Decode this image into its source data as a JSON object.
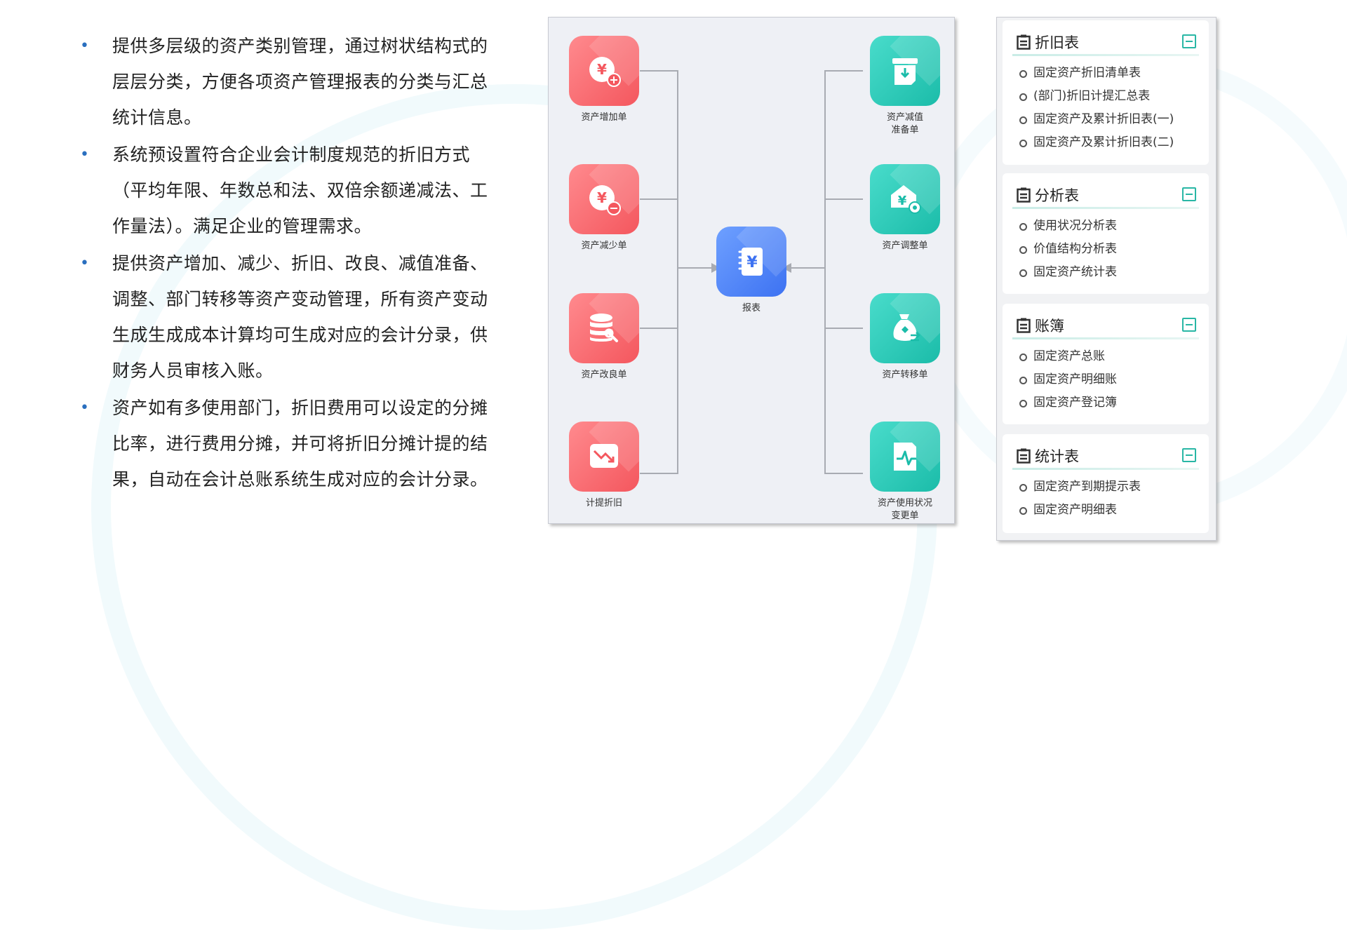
{
  "bullets": [
    "提供多层级的资产类别管理，通过树状结构式的层层分类，方便各项资产管理报表的分类与汇总统计信息。",
    "系统预设置符合企业会计制度规范的折旧方式（平均年限、年数总和法、双倍余额递减法、工作量法）。满足企业的管理需求。",
    "提供资产增加、减少、折旧、改良、减值准备、调整、部门转移等资产变动管理，所有资产变动生成生成成本计算均可生成对应的会计分录，供财务人员审核入账。",
    "资产如有多使用部门，折旧费用可以设定的分摊比率，进行费用分摊，并可将折旧分摊计提的结果，自动在会计总账系统生成对应的会计分录。"
  ],
  "flow": {
    "left": [
      {
        "label": "资产增加单",
        "icon": "yuan-plus-icon"
      },
      {
        "label": "资产减少单",
        "icon": "yuan-minus-icon"
      },
      {
        "label": "资产改良单",
        "icon": "database-wrench-icon"
      },
      {
        "label": "计提折旧",
        "icon": "trend-down-icon"
      }
    ],
    "center": {
      "label": "报表",
      "icon": "yuan-book-icon"
    },
    "right": [
      {
        "label": "资产减值\n准备单",
        "icon": "download-box-icon"
      },
      {
        "label": "资产调整单",
        "icon": "yuan-gear-icon"
      },
      {
        "label": "资产转移单",
        "icon": "money-bag-transfer-icon"
      },
      {
        "label": "资产使用状况\n变更单",
        "icon": "pulse-chart-icon"
      }
    ],
    "colors": {
      "red": "#f4575e",
      "teal": "#1bbca9",
      "blue": "#3d72f2",
      "line": "#a8abb2"
    }
  },
  "reports": [
    {
      "title": "折旧表",
      "items": [
        "固定资产折旧清单表",
        "(部门)折旧计提汇总表",
        "固定资产及累计折旧表(一)",
        "固定资产及累计折旧表(二)"
      ]
    },
    {
      "title": "分析表",
      "items": [
        "使用状况分析表",
        "价值结构分析表",
        "固定资产统计表"
      ]
    },
    {
      "title": "账簿",
      "items": [
        "固定资产总账",
        "固定资产明细账",
        "固定资产登记簿"
      ]
    },
    {
      "title": "统计表",
      "items": [
        "固定资产到期提示表",
        "固定资产明细表"
      ]
    }
  ]
}
